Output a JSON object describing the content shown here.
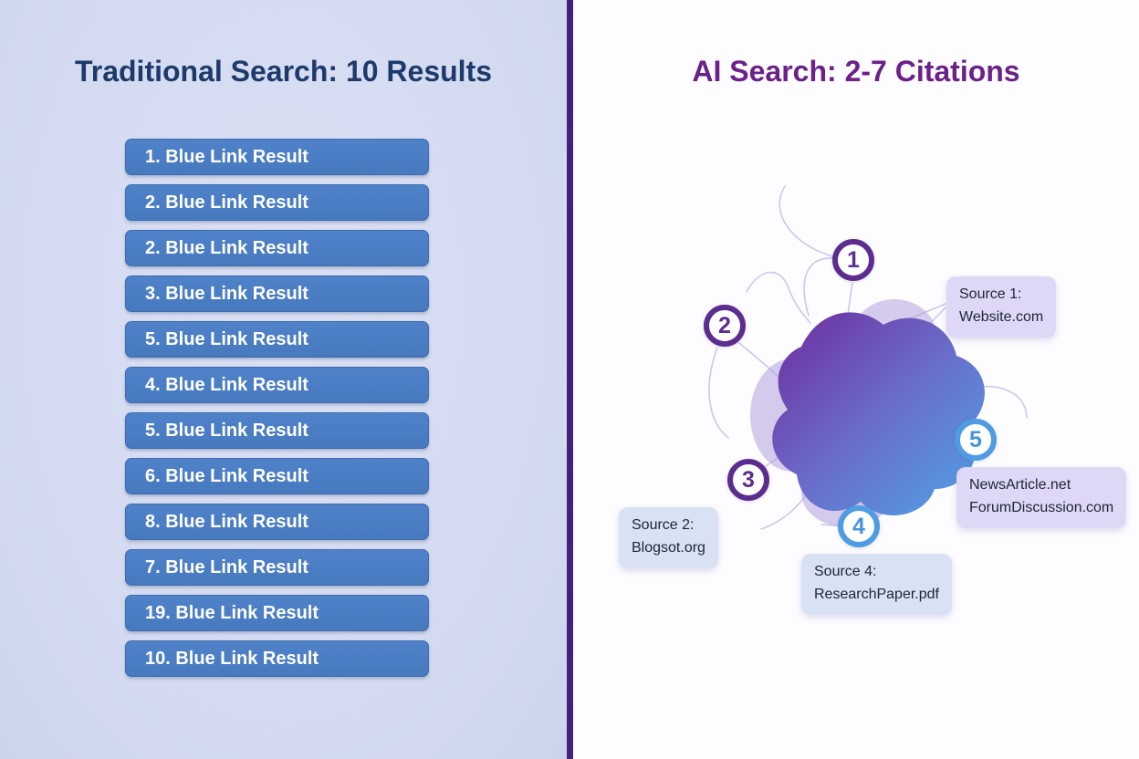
{
  "left": {
    "title": "Traditional Search: 10 Results",
    "results": [
      "1. Blue Link Result",
      "2. Blue Link Result",
      "2. Blue Link Result",
      "3. Blue Link Result",
      "5. Blue Link Result",
      "4. Blue Link Result",
      "5. Blue Link Result",
      "6. Blue Link Result",
      "8. Blue Link Result",
      "7. Blue Link Result",
      "19. Blue Link Result",
      "10. Blue Link Result"
    ]
  },
  "right": {
    "title": "AI Search: 2-7 Citations",
    "citations": [
      {
        "number": "1"
      },
      {
        "number": "2"
      },
      {
        "number": "3"
      },
      {
        "number": "4"
      },
      {
        "number": "5"
      }
    ],
    "labels": [
      {
        "text": "Source 1:\nWebsite.com"
      },
      {
        "text": "NewsArticle.net\nForumDiscussion.com"
      },
      {
        "text": "Source 2:\nBlogsot.org"
      },
      {
        "text": "Source 4:\nResearchPaper.pdf"
      }
    ]
  },
  "colors": {
    "left_bg": "#d6ddf1",
    "right_bg": "#fdfdff",
    "divider": "#44227b",
    "left_title": "#1e3a6b",
    "right_title": "#6b2189",
    "result_button": "#4b7ec5",
    "result_text": "#ffffff",
    "circle_purple": "#5b2d8e",
    "circle_blue": "#4f9ce2",
    "label_lavender": "#ded8f6",
    "label_blue": "#d9e1f5",
    "blob_gradient_start": "#6e2b9c",
    "blob_gradient_end": "#4fa4e7",
    "blob_secondary": "#b3a2de",
    "connector_line": "#cbc7ec"
  }
}
